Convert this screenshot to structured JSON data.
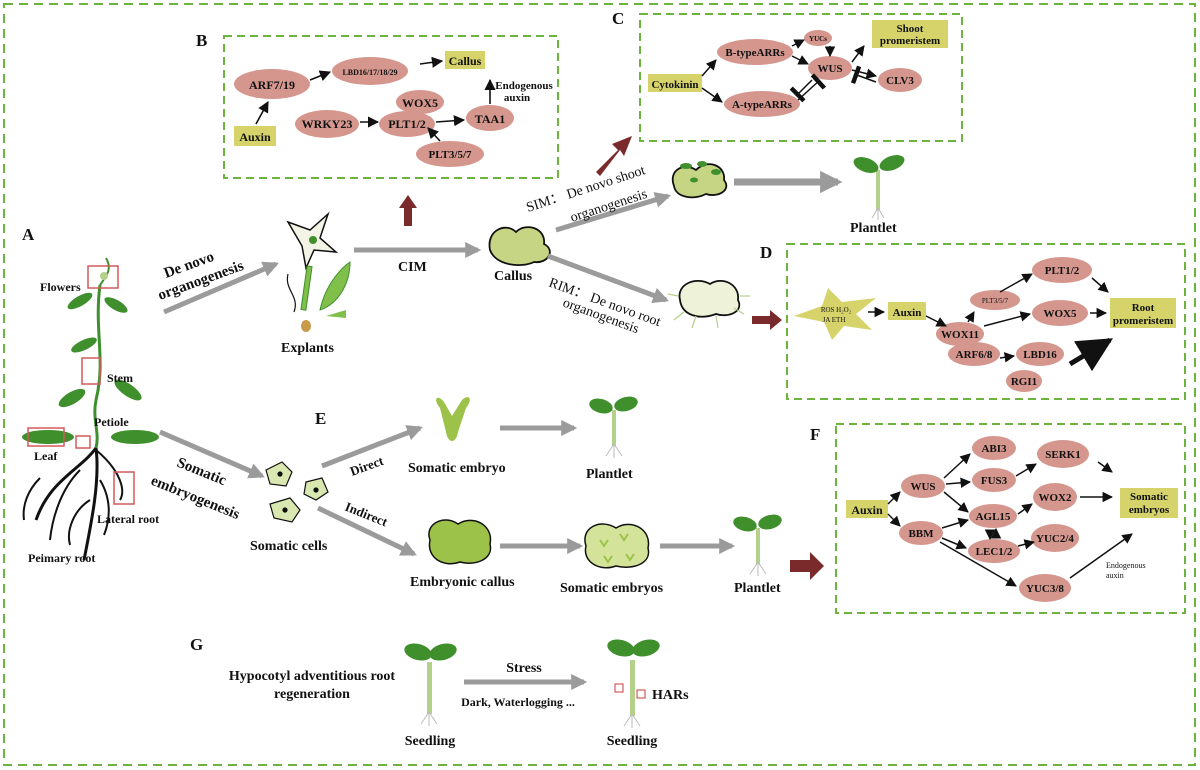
{
  "colors": {
    "dash_green": "#6db33f",
    "gene_oval": "#d4968d",
    "hormone_box": "#d6d36a",
    "arrow_gray": "#9b9b9b",
    "arrow_red": "#7a2a2a",
    "plant_green": "#3f8f2d",
    "callus_green": "#c5d583"
  },
  "panels": {
    "A": "A",
    "B": "B",
    "C": "C",
    "D": "D",
    "E": "E",
    "F": "F",
    "G": "G"
  },
  "panelA": {
    "flowers": "Flowers",
    "stem": "Stem",
    "petiole": "Petiole",
    "leaf": "Leaf",
    "lateral_root": "Lateral root",
    "primary_root": "Peimary root"
  },
  "denovo": {
    "title_1": "De novo",
    "title_2": "organogenesis",
    "explants": "Explants",
    "cim": "CIM",
    "callus": "Callus",
    "sim_1": "SIM： De novo shoot",
    "sim_2": "organogenesis",
    "rim_1": "RIM： De novo root",
    "rim_2": "organogenesis",
    "plantlet": "Plantlet"
  },
  "panelB": {
    "auxin": "Auxin",
    "arf": "ARF7/19",
    "lbd": "LBD16/17/18/29",
    "callus": "Callus",
    "endo_1": "Endogenous",
    "endo_2": "auxin",
    "wrky": "WRKY23",
    "wox5": "WOX5",
    "plt12": "PLT1/2",
    "taa1": "TAA1",
    "plt357": "PLT3/5/7"
  },
  "panelC": {
    "cytokinin": "Cytokinin",
    "btype": "B-typeARRs",
    "atype": "A-typeARRs",
    "yucs": "YUCs",
    "wus": "WUS",
    "clv3": "CLV3",
    "shoot_1": "Shoot",
    "shoot_2": "promeristem"
  },
  "panelD": {
    "star_1": "ROS  H₂O₂",
    "star_2": "JA    ETH",
    "auxin": "Auxin",
    "plt357": "PLT3/5/7",
    "plt12": "PLT1/2",
    "wox11": "WOX11",
    "wox5": "WOX5",
    "arf68": "ARF6/8",
    "lbd16": "LBD16",
    "rgi1": "RGI1",
    "root_1": "Root",
    "root_2": "promeristem"
  },
  "panelE": {
    "title_1": "Somatic",
    "title_2": "embryogenesis",
    "somatic_cells": "Somatic cells",
    "direct": "Direct",
    "indirect": "Indirect",
    "somatic_embryo": "Somatic embryo",
    "plantlet_top": "Plantlet",
    "embryonic_callus": "Embryonic callus",
    "somatic_embryos": "Somatic embryos",
    "plantlet_bottom": "Plantlet"
  },
  "panelF": {
    "auxin": "Auxin",
    "wus": "WUS",
    "bbm": "BBM",
    "abi3": "ABI3",
    "fus3": "FUS3",
    "agl15": "AGL15",
    "lec12": "LEC1/2",
    "serk1": "SERK1",
    "wox2": "WOX2",
    "yuc24": "YUC2/4",
    "yuc38": "YUC3/8",
    "endo_1": "Endogenous",
    "endo_2": "auxin",
    "embryos_1": "Somatic",
    "embryos_2": "embryos"
  },
  "panelG": {
    "hypo_1": "Hypocotyl adventitious root",
    "hypo_2": "regeneration",
    "stress": "Stress",
    "conditions": "Dark, Waterlogging ...",
    "hars": "HARs",
    "seedling_left": "Seedling",
    "seedling_right": "Seedling"
  }
}
